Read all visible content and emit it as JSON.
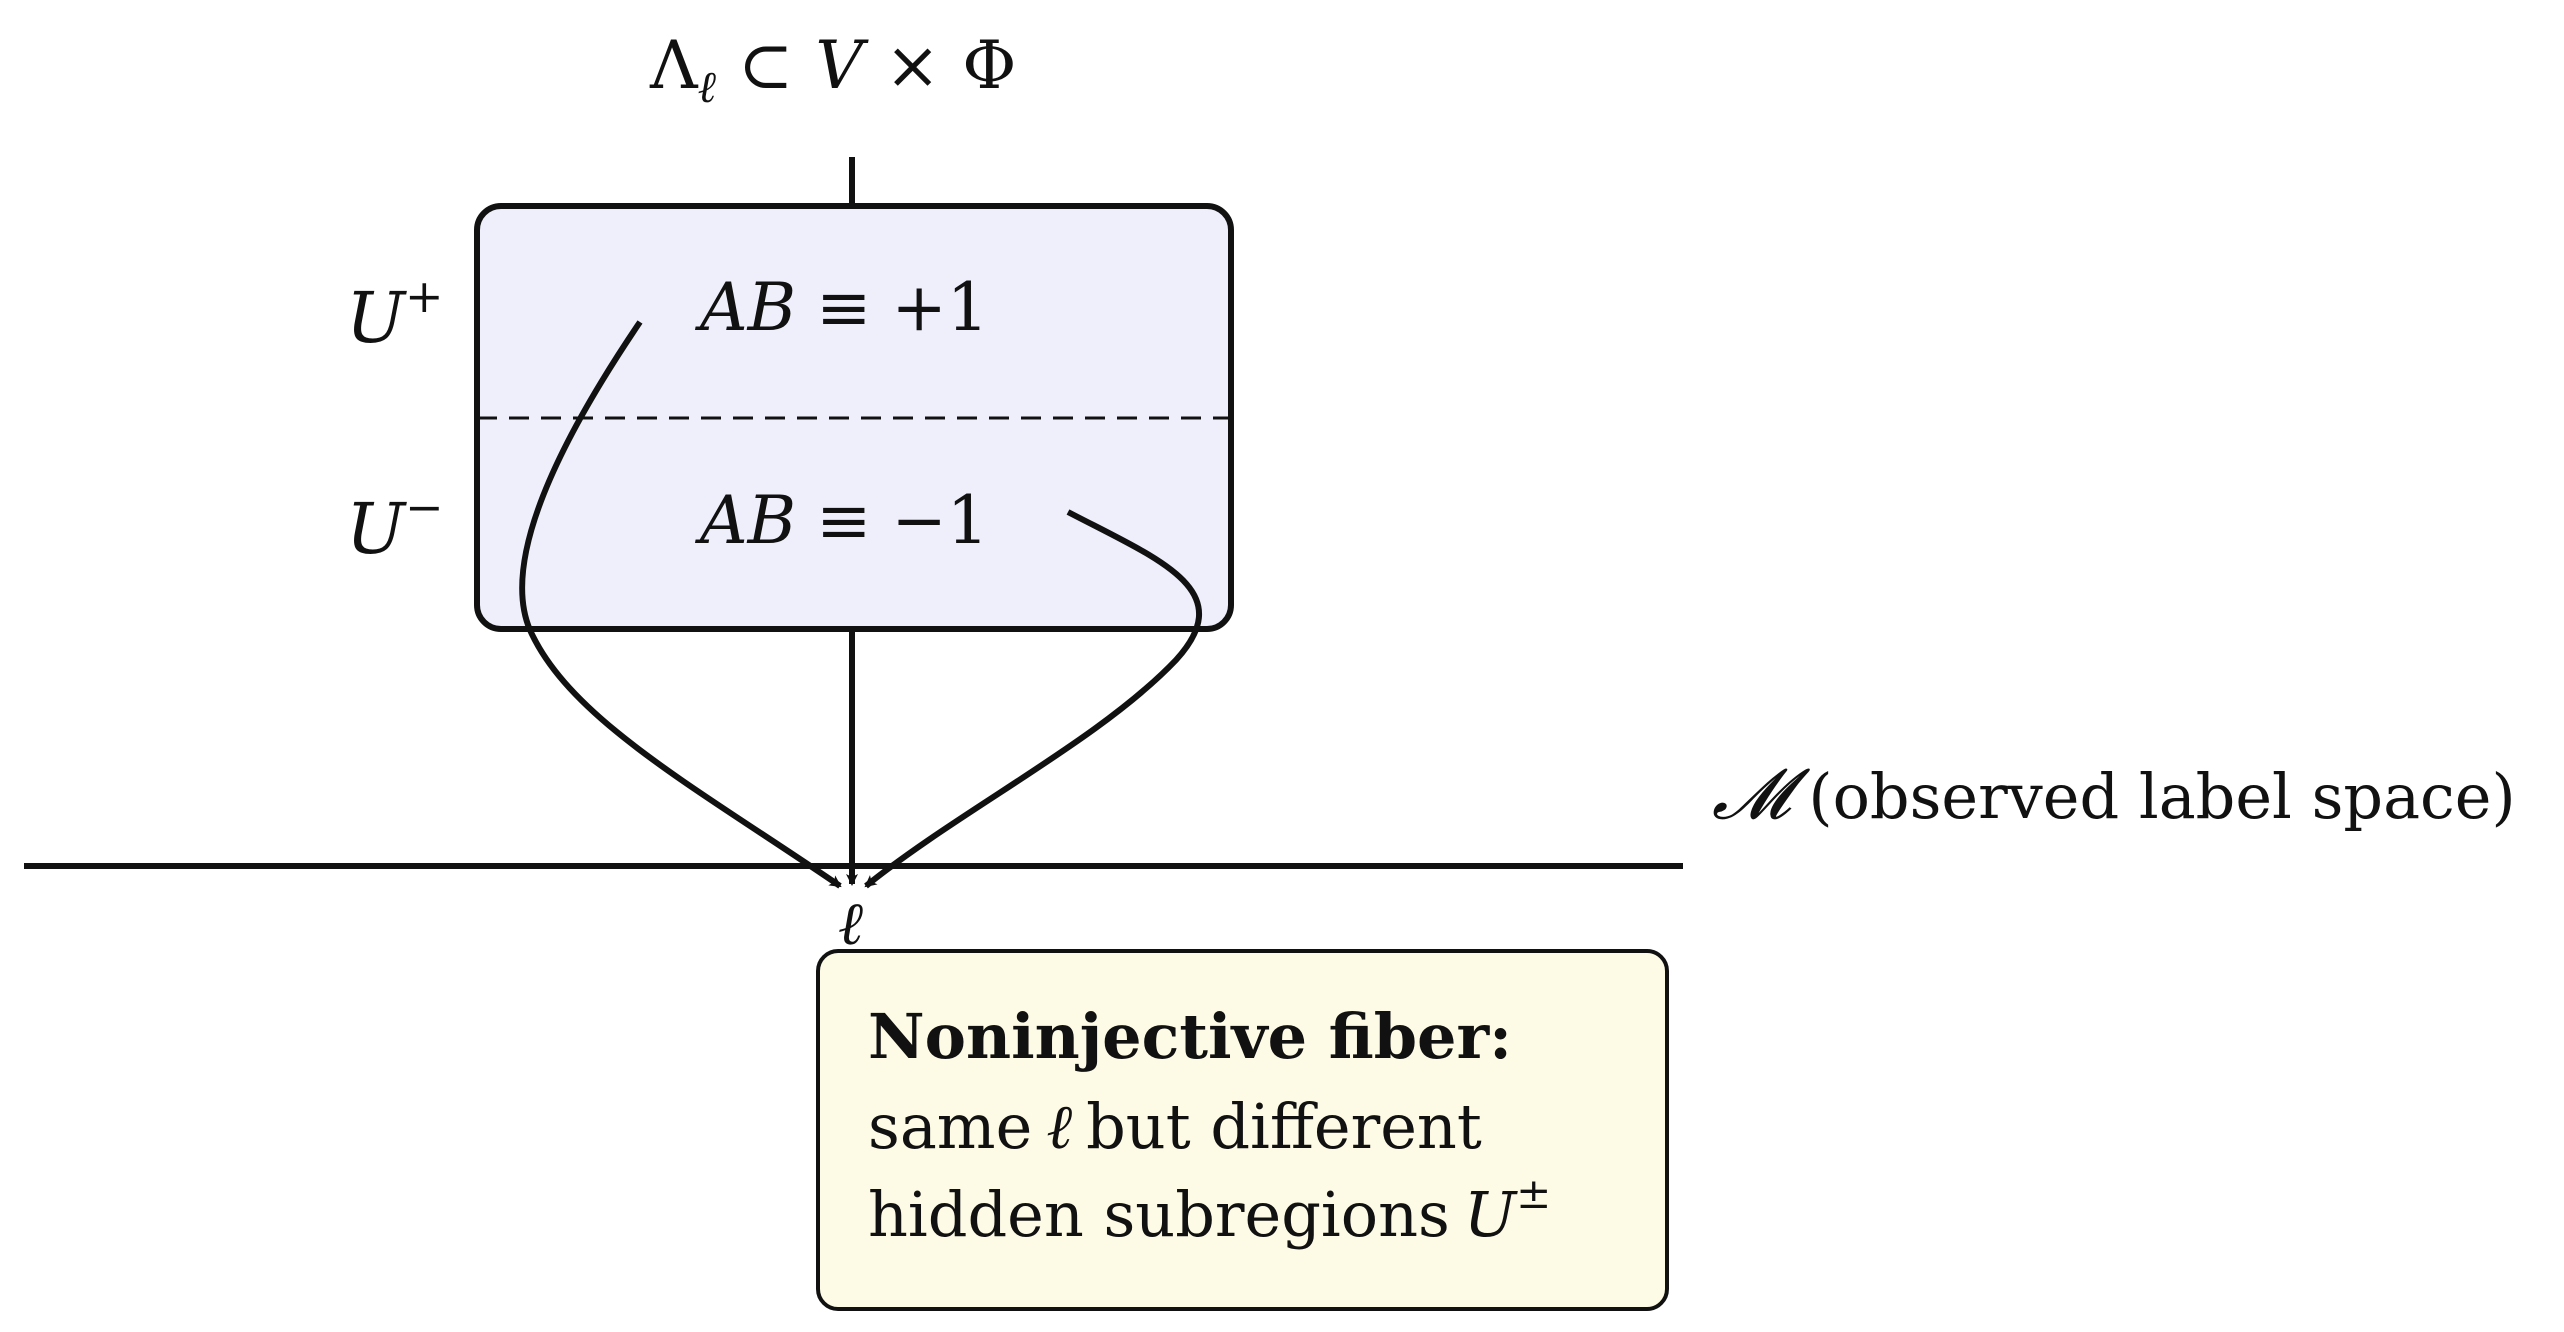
{
  "top_label": {
    "Lambda": "Λ",
    "ell_sub": "ℓ",
    "subset": "⊂",
    "V": "V",
    "times": "×",
    "Phi": "Φ"
  },
  "region": {
    "upper": {
      "side_base": "U",
      "side_sup": "+",
      "lhs": "AB",
      "equiv": "≡",
      "rhs": "+1"
    },
    "lower": {
      "side_base": "U",
      "side_sup": "−",
      "lhs": "AB",
      "equiv": "≡",
      "rhs": "−1"
    }
  },
  "axis": {
    "symbol": "𝓜",
    "caption": "(observed label space)",
    "point_label": "ℓ"
  },
  "callout": {
    "title": "Noninjective fiber:",
    "line2_pre": "same",
    "line2_sym": "ℓ",
    "line2_post": "but different",
    "line3_pre": "hidden subregions",
    "line3_base": "U",
    "line3_sup": "±"
  },
  "colors": {
    "region_fill": "#efeffb",
    "callout_fill": "#fdfbe6",
    "stroke": "#111111"
  }
}
